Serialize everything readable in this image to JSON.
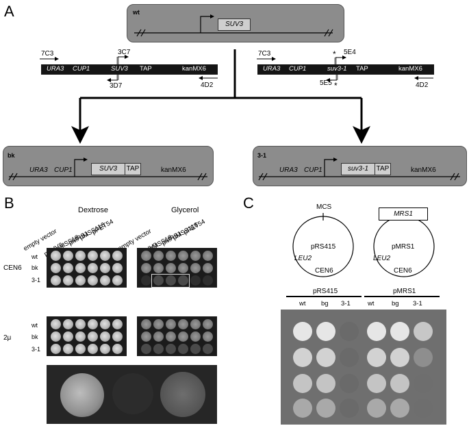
{
  "panels": {
    "a": "A",
    "b": "B",
    "c": "C"
  },
  "panel_a": {
    "wt_box": {
      "label": "wt",
      "gene": "SUV3"
    },
    "left_construct": {
      "primer_top_left": "7C3",
      "primer_top_mid": "3C7",
      "primer_bottom_mid": "3D7",
      "primer_bottom_right": "4D2",
      "elements": [
        "URA3",
        "CUP1",
        "SUV3",
        "TAP",
        "kanMX6"
      ]
    },
    "right_construct": {
      "primer_top_left": "7C3",
      "primer_top_mid": "5E4",
      "primer_bottom_mid": "5E5",
      "primer_bottom_right": "4D2",
      "elements": [
        "URA3",
        "CUP1",
        "suv3-1",
        "TAP",
        "kanMX6"
      ]
    },
    "bk_box": {
      "label": "bk",
      "elements": [
        "URA3",
        "CUP1",
        "SUV3",
        "TAP",
        "kanMX6"
      ]
    },
    "mut_box": {
      "label": "3-1",
      "elements": [
        "URA3",
        "CUP1",
        "suv3-1",
        "TAP",
        "kanMX6"
      ]
    }
  },
  "panel_b": {
    "dextrose": "Dextrose",
    "glycerol": "Glycerol",
    "columns": [
      "empty vector",
      "pSUV3",
      "pMSS18",
      "pMRS1",
      "pMSS116",
      "pPET54"
    ],
    "row_groups": [
      "CEN6",
      "2μ"
    ],
    "strains": [
      "wt",
      "bk",
      "3-1"
    ]
  },
  "panel_c": {
    "left_plasmid": {
      "name": "pRS415",
      "marker": "LEU2",
      "cen": "CEN6",
      "site": "MCS"
    },
    "right_plasmid": {
      "name": "pMRS1",
      "marker": "LEU2",
      "cen": "CEN6",
      "insert": "MRS1"
    },
    "group_left": "pRS415",
    "group_right": "pMRS1",
    "strains_left": [
      "wt",
      "bg",
      "3-1"
    ],
    "strains_right": [
      "wt",
      "bg",
      "3-1"
    ]
  },
  "colors": {
    "box": "#8c8c8c",
    "bar": "#151515",
    "gene": "#cfcfcf",
    "plate_c": "#6f6f6f"
  }
}
